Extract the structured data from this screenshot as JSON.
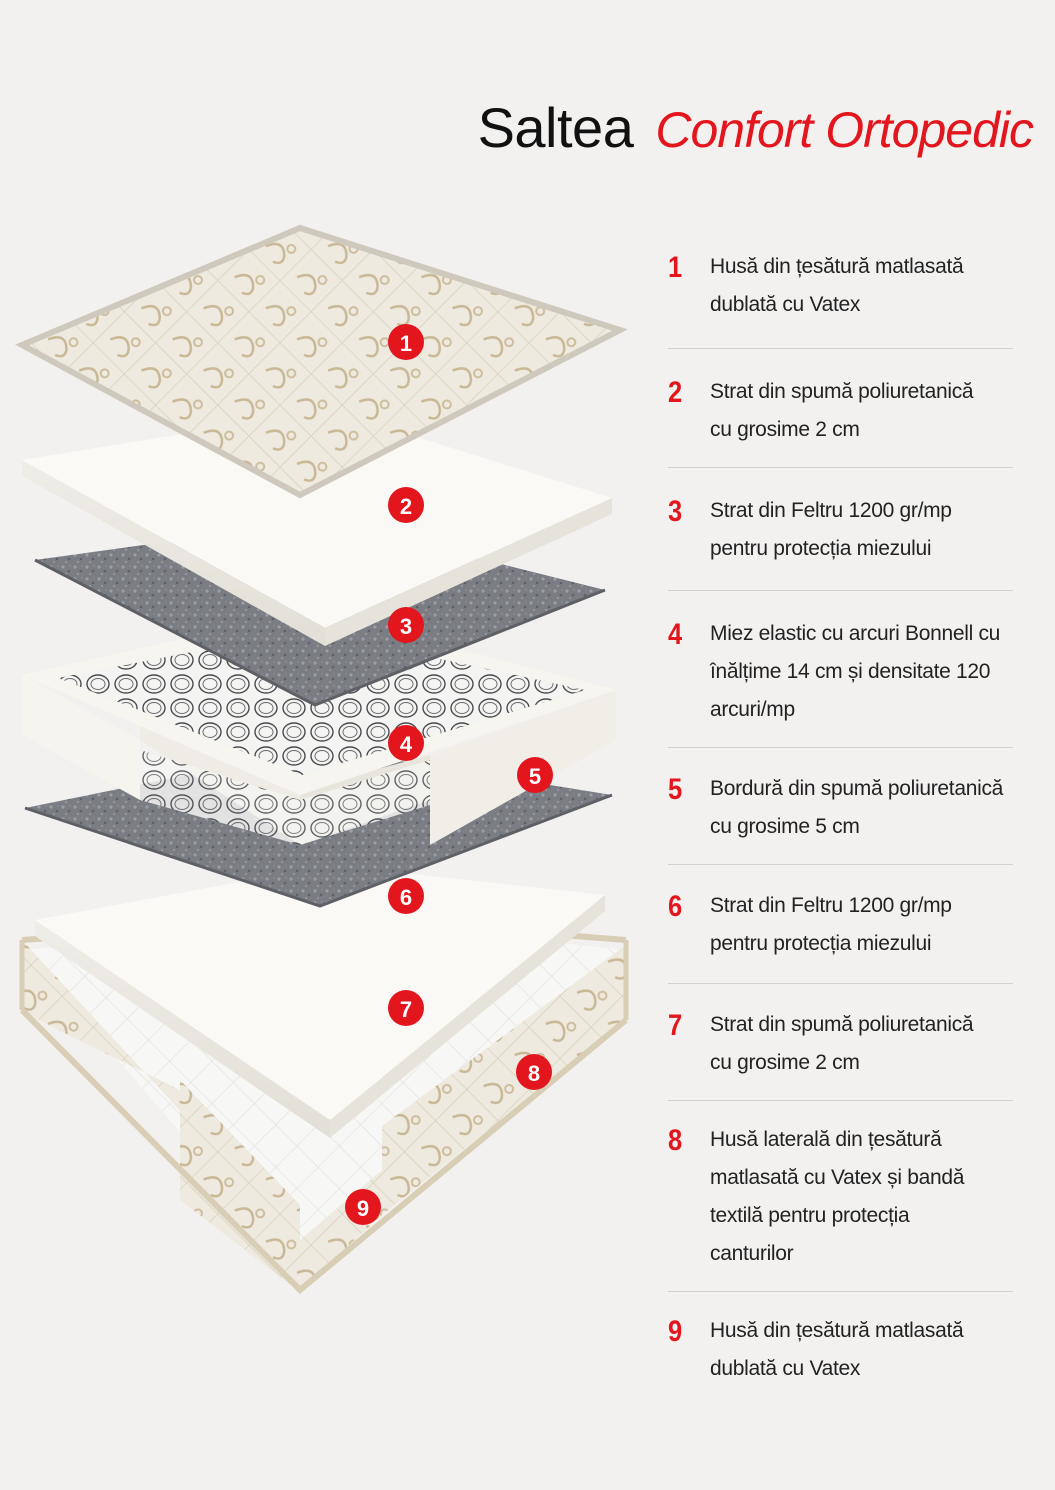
{
  "title": {
    "main": "Saltea",
    "accent": "Confort Ortopedic"
  },
  "colors": {
    "accent": "#e3151d",
    "background": "#f2f1f0",
    "divider": "#d3d1cf",
    "felt": "#7d7f86",
    "foam": "#f8f7f3",
    "quilt": "#ece6d8"
  },
  "layers": [
    {
      "number": "1",
      "text": "Husă din țesătură matlasată dublată cu Vatex"
    },
    {
      "number": "2",
      "text": "Strat din spumă poliuretanică cu grosime 2 cm"
    },
    {
      "number": "3",
      "text": "Strat din Feltru 1200 gr/mp pentru protecția miezului"
    },
    {
      "number": "4",
      "text": "Miez elastic cu arcuri Bonnell cu înălțime 14 cm și densitate 120 arcuri/mp"
    },
    {
      "number": "5",
      "text": "Bordură din spumă poliuretanică cu grosime 5 cm"
    },
    {
      "number": "6",
      "text": "Strat din Feltru 1200 gr/mp pentru protecția miezului"
    },
    {
      "number": "7",
      "text": "Strat din spumă poliuretanică cu grosime 2 cm"
    },
    {
      "number": "8",
      "text": "Husă laterală din țesătură matlasată cu Vatex și bandă textilă pentru protecția canturilor"
    },
    {
      "number": "9",
      "text": "Husă din țesătură matlasată dublată cu Vatex"
    }
  ]
}
